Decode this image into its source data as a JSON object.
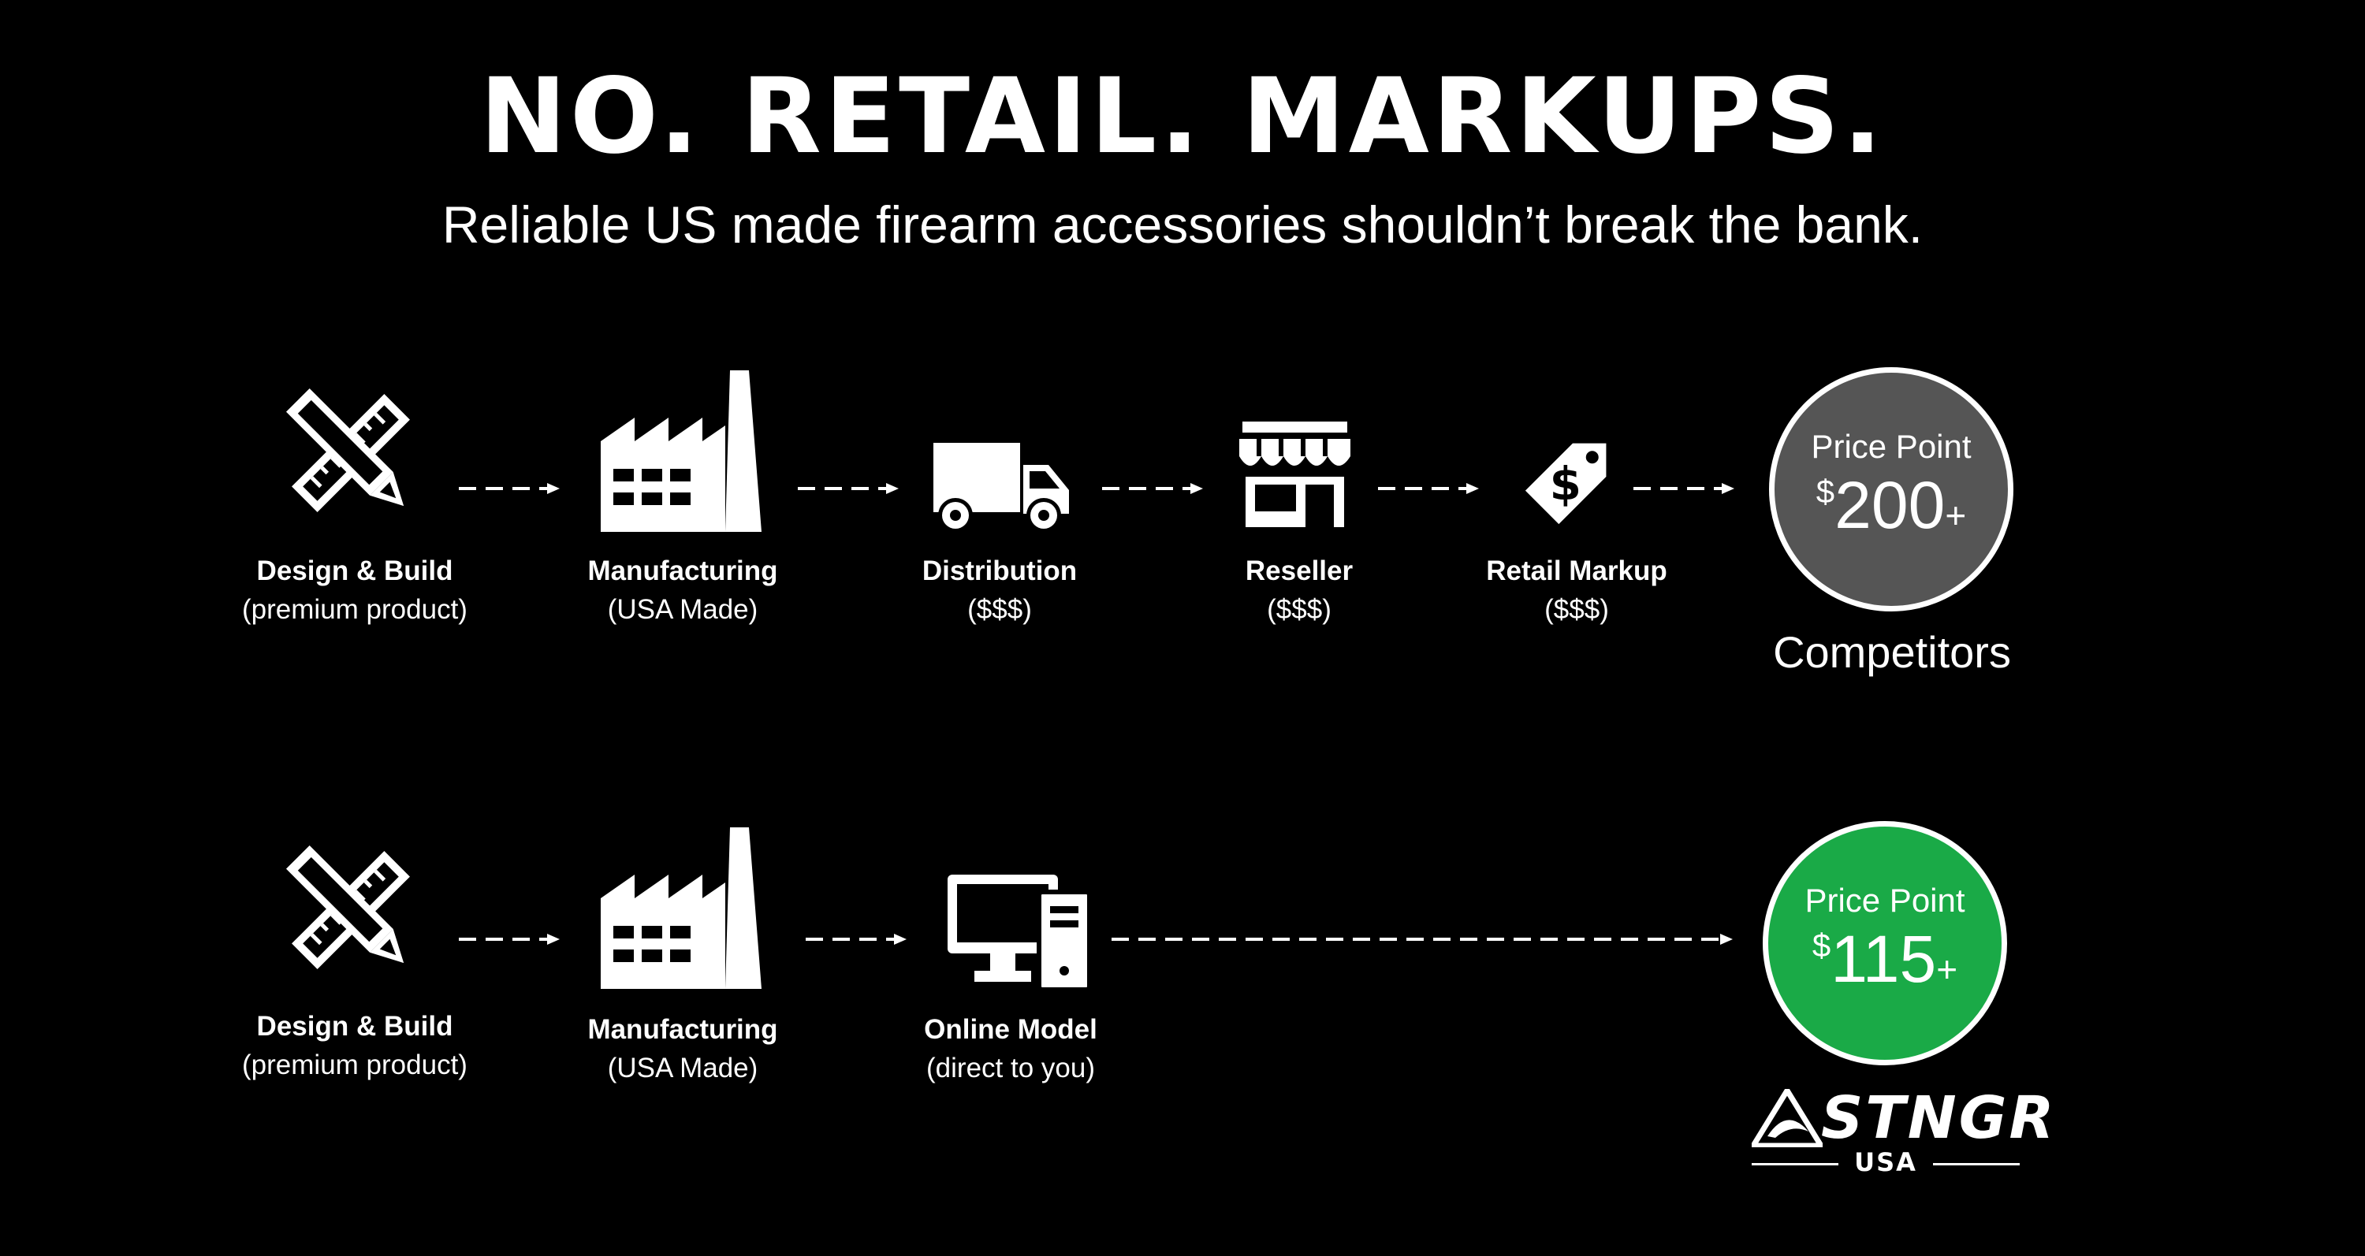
{
  "headline": "NO. RETAIL. MARKUPS.",
  "subhead": "Reliable US made firearm accessories shouldn’t break the bank.",
  "competitor_row": {
    "steps": [
      {
        "title": "Design & Build",
        "subtitle": "(premium product)",
        "icon": "design-tools-icon"
      },
      {
        "title": "Manufacturing",
        "subtitle": "(USA Made)",
        "icon": "factory-icon"
      },
      {
        "title": "Distribution",
        "subtitle": "($$$)",
        "icon": "truck-icon"
      },
      {
        "title": "Reseller",
        "subtitle": "($$$)",
        "icon": "storefront-icon"
      },
      {
        "title": "Retail Markup",
        "subtitle": "($$$)",
        "icon": "price-tag-icon"
      }
    ],
    "price": {
      "label": "Price Point",
      "currency": "$",
      "amount": "200",
      "suffix": "+",
      "color": "#555555"
    },
    "caption": "Competitors"
  },
  "stngr_row": {
    "steps": [
      {
        "title": "Design & Build",
        "subtitle": "(premium product)",
        "icon": "design-tools-icon"
      },
      {
        "title": "Manufacturing",
        "subtitle": "(USA Made)",
        "icon": "factory-icon"
      },
      {
        "title": "Online Model",
        "subtitle": "(direct to you)",
        "icon": "computer-icon"
      }
    ],
    "price": {
      "label": "Price Point",
      "currency": "$",
      "amount": "115",
      "suffix": "+",
      "color": "#1aaa47"
    }
  },
  "logo": {
    "word": "STNGR",
    "sub": "USA"
  }
}
